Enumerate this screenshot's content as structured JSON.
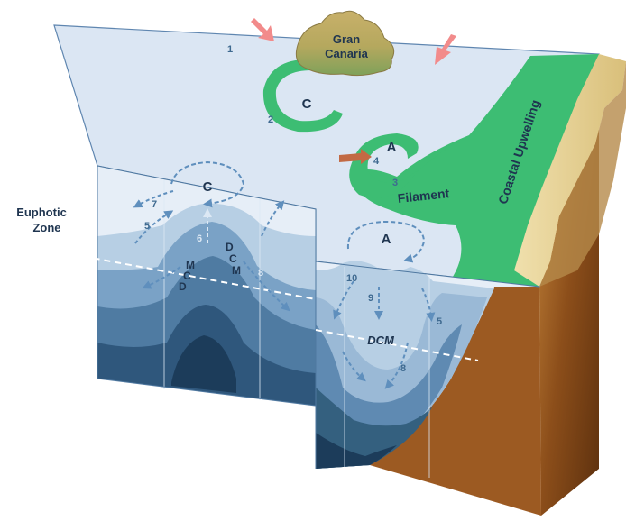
{
  "labels": {
    "island": [
      "Gran",
      "Canaria"
    ],
    "cyclonic_eddy": "C",
    "anticyclonic_eddy": "A",
    "filament": "Filament",
    "coastal_upwelling": "Coastal Upwelling",
    "euphotic_zone": [
      "Euphotic",
      "Zone"
    ],
    "dcm": "DCM",
    "dcm_letters": [
      "D",
      "C",
      "M"
    ]
  },
  "process_numbers": {
    "n1": "1",
    "n2": "2",
    "n3": "3",
    "n4": "4",
    "n5": "5",
    "n6": "6",
    "n7": "7",
    "n8": "8",
    "n9": "9",
    "n10": "10"
  },
  "colors": {
    "sea_surface": "#dbe6f3",
    "filament_green": "#3dbd73",
    "water_light": "#b7cfe4",
    "water_mid": "#7aa2c6",
    "water_dark": "#3f6a90",
    "water_deepest": "#1c3c5a",
    "sand": "#e8d39a",
    "seabed": "#9a5a1e",
    "wind_arrow": "#f28b8b",
    "current_arrow": "#c26a44",
    "flow_arrow": "#5f8fbd",
    "label_text": "#1f3550"
  }
}
